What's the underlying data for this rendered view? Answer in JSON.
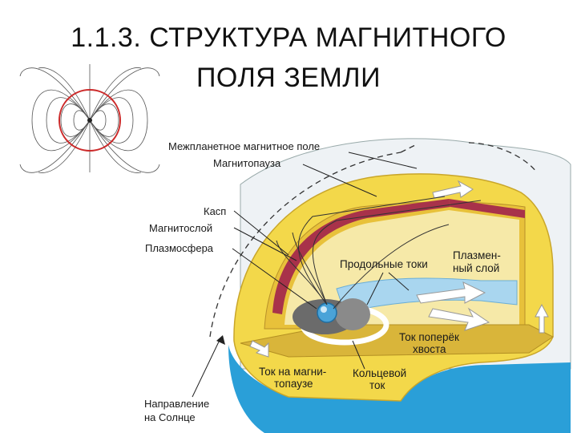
{
  "title": {
    "line1": "1.1.3. СТРУКТУРА МАГНИТНОГО",
    "line2": "ПОЛЯ ЗЕМЛИ"
  },
  "labels": {
    "imf": "Межпланетное магнитное поле",
    "magnetopause": "Магнитопауза",
    "cusp": "Касп",
    "magnetosheath": "Магнитослой",
    "plasmasphere": "Плазмосфера",
    "field_aligned_currents": "Продольные токи",
    "plasma_sheet_1": "Плазмен-",
    "plasma_sheet_2": "ный слой",
    "tail_current_1": "Ток поперёк",
    "tail_current_2": "хвоста",
    "magnetopause_current_1": "Ток на магни-",
    "magnetopause_current_2": "топаузе",
    "ring_current_1": "Кольцевой",
    "ring_current_2": "ток",
    "sun_direction_1": "Направление",
    "sun_direction_2": "на Солнце"
  },
  "colors": {
    "field_loop": "#cc2a2a",
    "field_lines": "#555555",
    "magnetosphere_yellow": "#f3d84a",
    "cut_yellow": "#e8c13a",
    "solar_wind_blue": "#2a9fd8",
    "outer_region": "#eef2f5",
    "magnetopause_red": "#a8324a"
  }
}
